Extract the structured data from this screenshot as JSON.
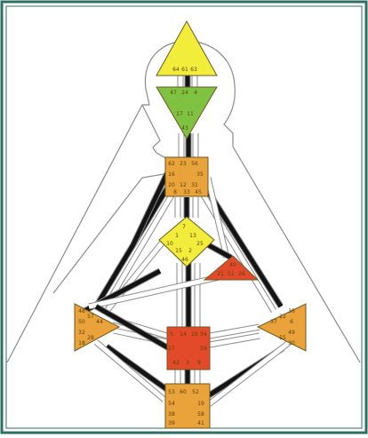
{
  "diagram": {
    "colors": {
      "frame": "#2f6f63",
      "background": "#ffffff",
      "outline": "#8a8a8a",
      "channel_defined": "#141414",
      "channel_open": "#ffffff",
      "head": "#f2ec3a",
      "ajna": "#7fc241",
      "throat": "#e9a33a",
      "g": "#f2ec3a",
      "heart": "#e24a2a",
      "spleen": "#e9a33a",
      "sacral": "#e24a2a",
      "solar_plexus": "#e9a33a",
      "root": "#e9a33a",
      "gate_text": "#5a3f10"
    },
    "centers": [
      {
        "id": "head",
        "gates": [
          "64",
          "61",
          "63"
        ]
      },
      {
        "id": "ajna",
        "gates": [
          "47",
          "24",
          "4",
          "17",
          "11",
          "43"
        ]
      },
      {
        "id": "throat",
        "gates": [
          "62",
          "23",
          "56",
          "16",
          "35",
          "20",
          "12",
          "31",
          "8",
          "33",
          "45"
        ]
      },
      {
        "id": "g",
        "gates": [
          "7",
          "1",
          "13",
          "10",
          "25",
          "15",
          "2",
          "46"
        ]
      },
      {
        "id": "heart",
        "gates": [
          "21",
          "51",
          "26",
          "40"
        ]
      },
      {
        "id": "spleen",
        "gates": [
          "48",
          "57",
          "44",
          "50",
          "32",
          "28",
          "18"
        ]
      },
      {
        "id": "sacral",
        "gates": [
          "5",
          "14",
          "29",
          "34",
          "27",
          "59",
          "42",
          "3",
          "9"
        ]
      },
      {
        "id": "solar_plexus",
        "gates": [
          "36",
          "22",
          "37",
          "6",
          "49",
          "55",
          "30"
        ]
      },
      {
        "id": "root",
        "gates": [
          "53",
          "60",
          "52",
          "54",
          "19",
          "38",
          "39",
          "58",
          "41"
        ]
      }
    ]
  }
}
